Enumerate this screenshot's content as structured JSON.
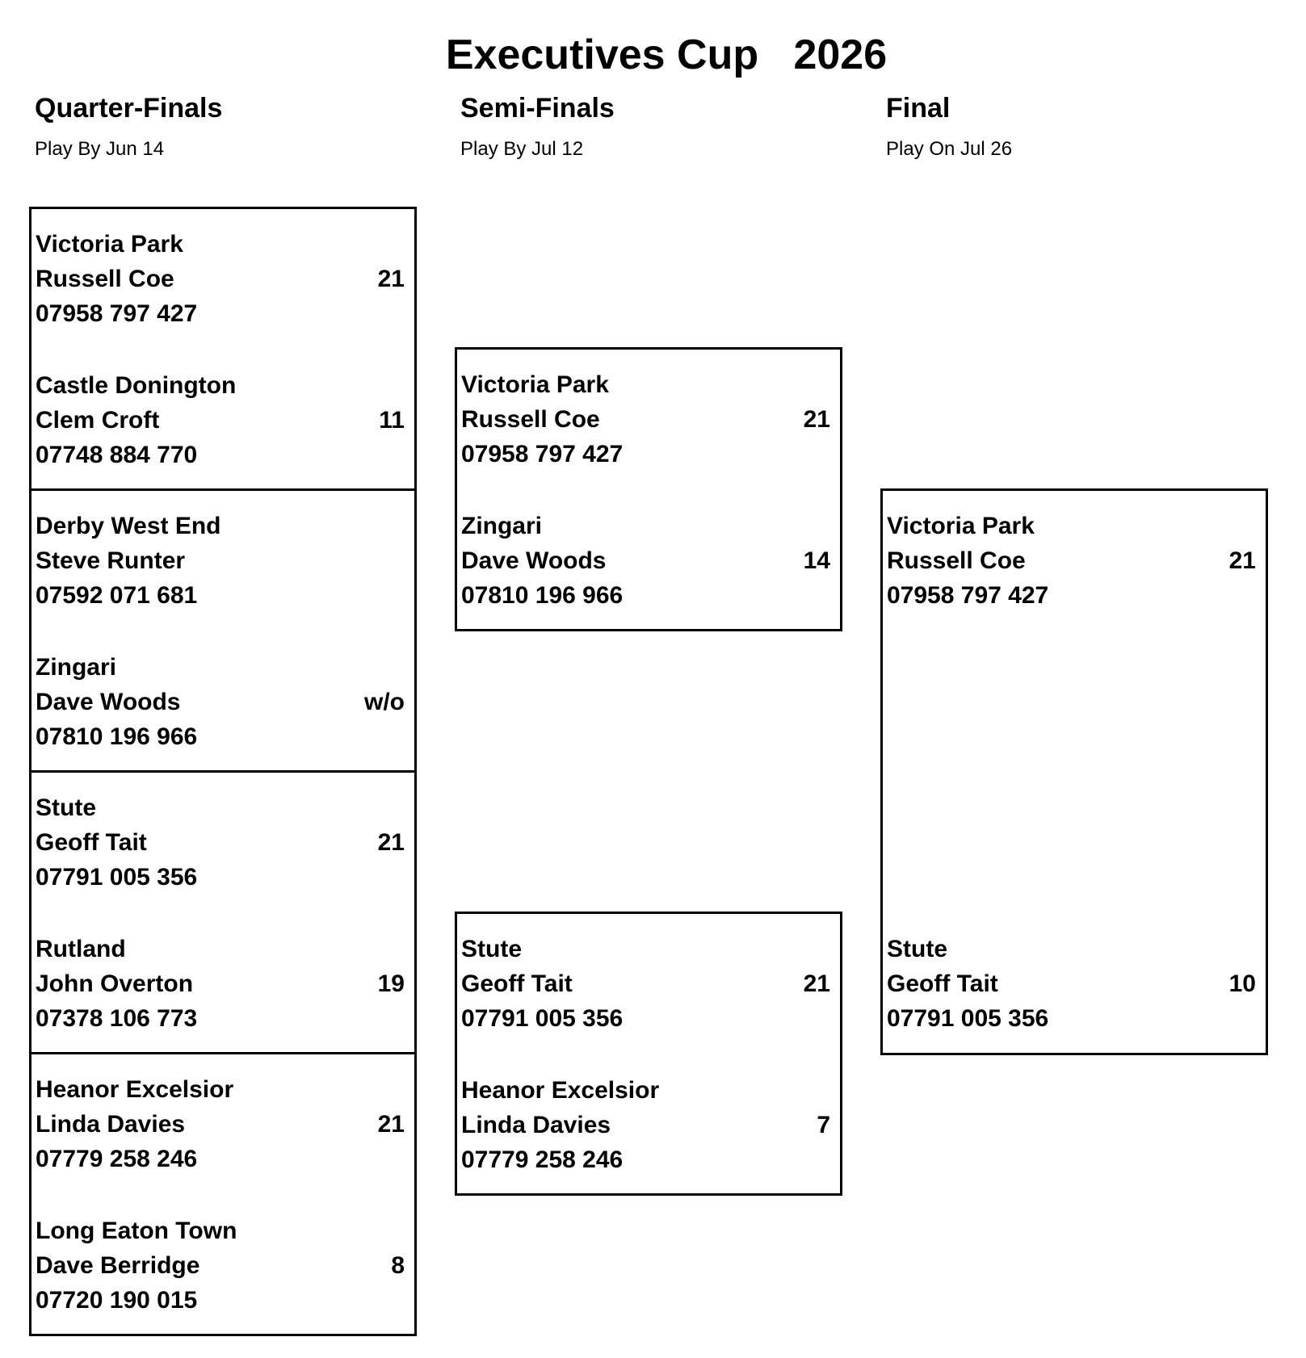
{
  "title": "Executives Cup   2026",
  "rounds": [
    {
      "name": "Quarter-Finals",
      "date": "Play By Jun 14"
    },
    {
      "name": "Semi-Finals",
      "date": "Play By Jul 12"
    },
    {
      "name": "Final",
      "date": "Play On Jul 26"
    }
  ],
  "quarter_finals": [
    {
      "club": "Victoria Park",
      "player": "Russell Coe",
      "phone": "07958 797 427",
      "score": "21"
    },
    {
      "club": "Castle Donington",
      "player": "Clem Croft",
      "phone": "07748 884 770",
      "score": "11"
    },
    {
      "club": "Derby West End",
      "player": "Steve Runter",
      "phone": "07592 071 681",
      "score": ""
    },
    {
      "club": "Zingari",
      "player": "Dave Woods",
      "phone": "07810 196 966",
      "score": "w/o"
    },
    {
      "club": "Stute",
      "player": "Geoff Tait",
      "phone": "07791 005 356",
      "score": "21"
    },
    {
      "club": "Rutland",
      "player": "John Overton",
      "phone": "07378 106 773",
      "score": "19"
    },
    {
      "club": "Heanor Excelsior",
      "player": "Linda Davies",
      "phone": "07779 258 246",
      "score": "21"
    },
    {
      "club": "Long Eaton Town",
      "player": "Dave Berridge",
      "phone": "07720 190 015",
      "score": "8"
    }
  ],
  "semi_finals": [
    {
      "club": "Victoria Park",
      "player": "Russell Coe",
      "phone": "07958 797 427",
      "score": "21"
    },
    {
      "club": "Zingari",
      "player": "Dave Woods",
      "phone": "07810 196 966",
      "score": "14"
    },
    {
      "club": "Stute",
      "player": "Geoff Tait",
      "phone": "07791 005 356",
      "score": "21"
    },
    {
      "club": "Heanor Excelsior",
      "player": "Linda Davies",
      "phone": "07779 258 246",
      "score": "7"
    }
  ],
  "final": [
    {
      "club": "Victoria Park",
      "player": "Russell Coe",
      "phone": "07958 797 427",
      "score": "21"
    },
    {
      "club": "Stute",
      "player": "Geoff Tait",
      "phone": "07791 005 356",
      "score": "10"
    }
  ]
}
